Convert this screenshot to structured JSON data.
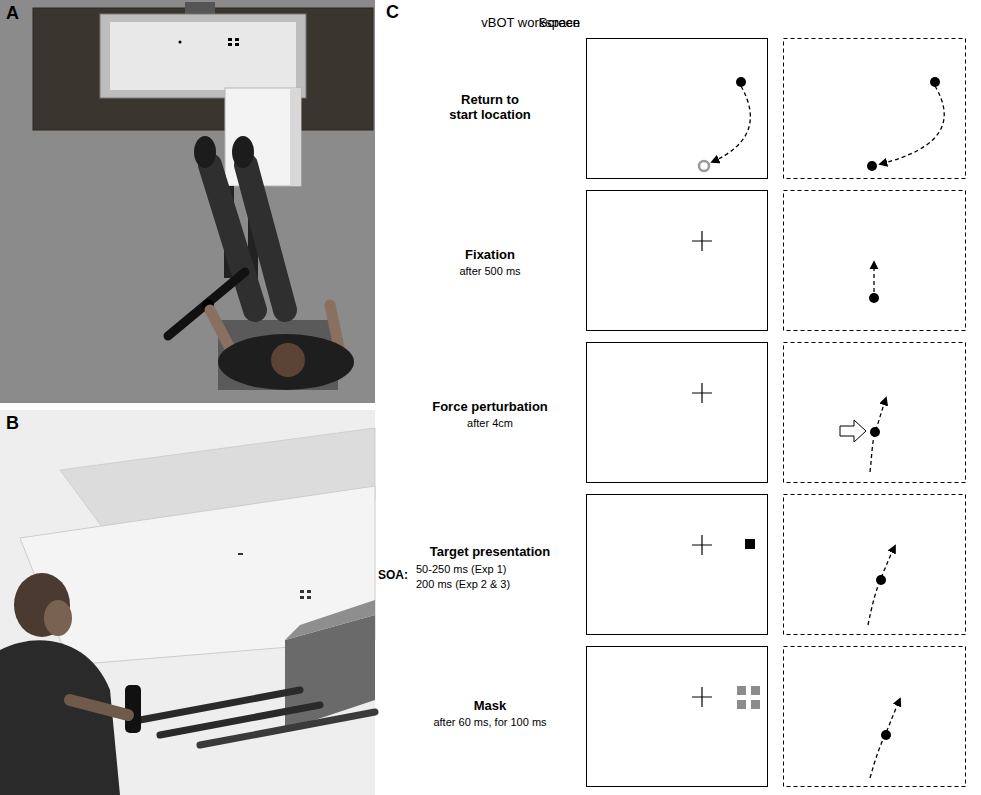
{
  "diagram": {
    "labels": [
      "A",
      "B",
      "C",
      "Screen",
      "vBOT workspace",
      "Return to start location",
      "Fixation",
      "after 500 ms",
      "Force perturbation",
      "after 4cm",
      "Target presentation",
      "SOA:",
      "50-250 ms (Exp 1)",
      "200 ms (Exp 2 & 3)",
      "Mask",
      "after 60 ms, for 100 ms"
    ]
  }
}
